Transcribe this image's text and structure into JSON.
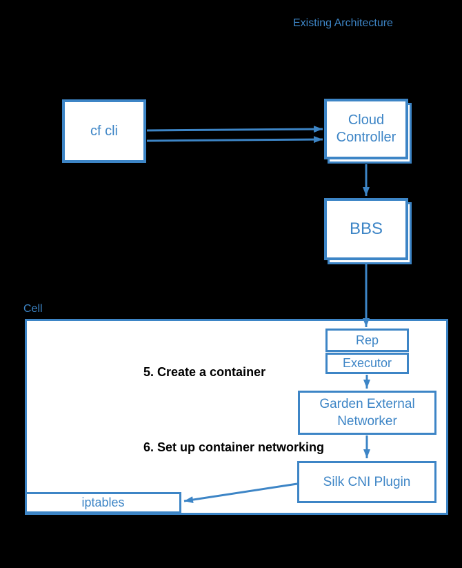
{
  "title": "Existing Architecture",
  "colors": {
    "accent_blue": "#3d85c6",
    "background": "#000000",
    "box_fill": "#ffffff",
    "step_text": "#000000"
  },
  "nodes": {
    "cf_cli": "cf cli",
    "cloud_controller": "Cloud Controller",
    "bbs": "BBS",
    "cell": "Cell",
    "rep": "Rep",
    "executor": "Executor",
    "garden_external_networker": "Garden External Networker",
    "silk_cni_plugin": "Silk CNI Plugin",
    "iptables": "iptables"
  },
  "steps": {
    "step5": "5. Create a container",
    "step6": "6. Set up container networking"
  }
}
